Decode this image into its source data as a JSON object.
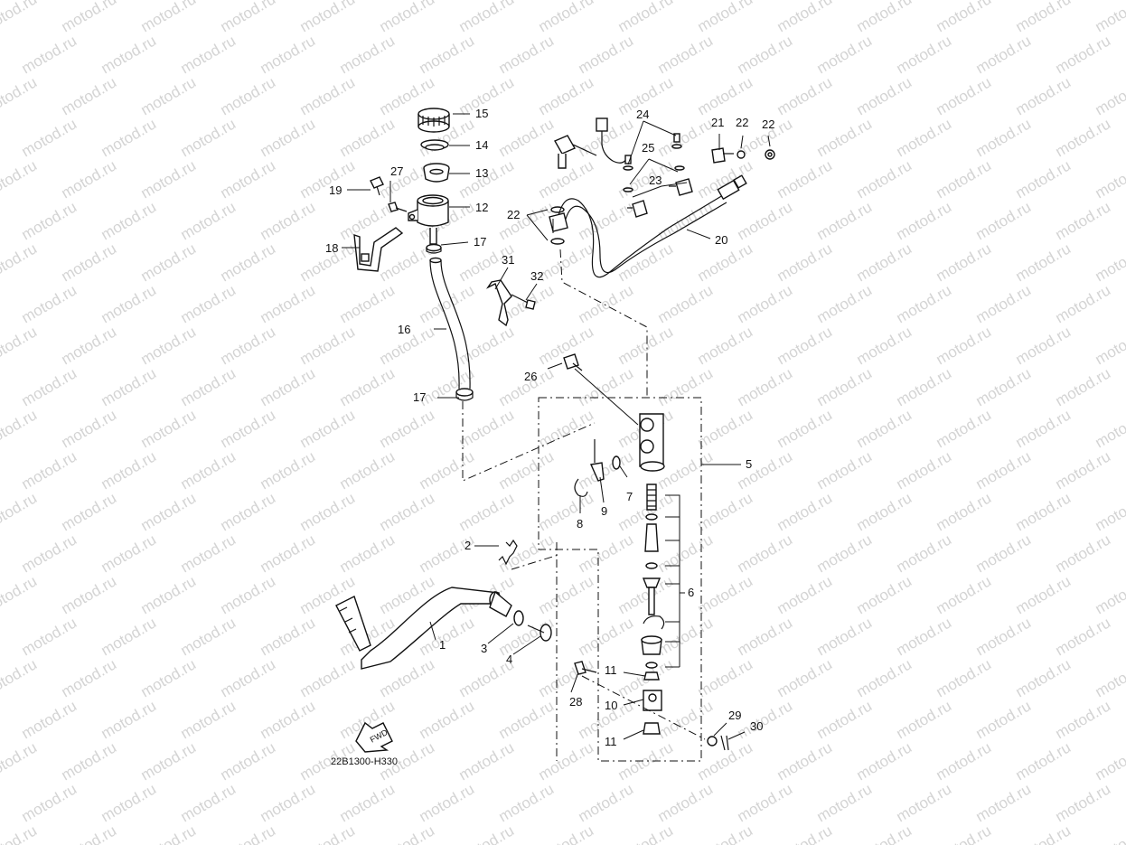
{
  "watermark": "motod.ru",
  "diagram_code": "22B1300-H330",
  "fwd_label": "FWD",
  "callouts": {
    "c1": "1",
    "c2": "2",
    "c3": "3",
    "c4": "4",
    "c5": "5",
    "c6": "6",
    "c7": "7",
    "c8": "8",
    "c9": "9",
    "c10": "10",
    "c11a": "11",
    "c11b": "11",
    "c12": "12",
    "c13": "13",
    "c14": "14",
    "c15": "15",
    "c16": "16",
    "c17a": "17",
    "c17b": "17",
    "c18": "18",
    "c19": "19",
    "c20": "20",
    "c21": "21",
    "c22a": "22",
    "c22b": "22",
    "c22c": "22",
    "c23": "23",
    "c24": "24",
    "c25": "25",
    "c26": "26",
    "c27": "27",
    "c28": "28",
    "c29": "29",
    "c30": "30",
    "c31": "31",
    "c32": "32"
  },
  "colors": {
    "line": "#111111",
    "watermark": "#d4d4d4",
    "background": "#ffffff"
  }
}
